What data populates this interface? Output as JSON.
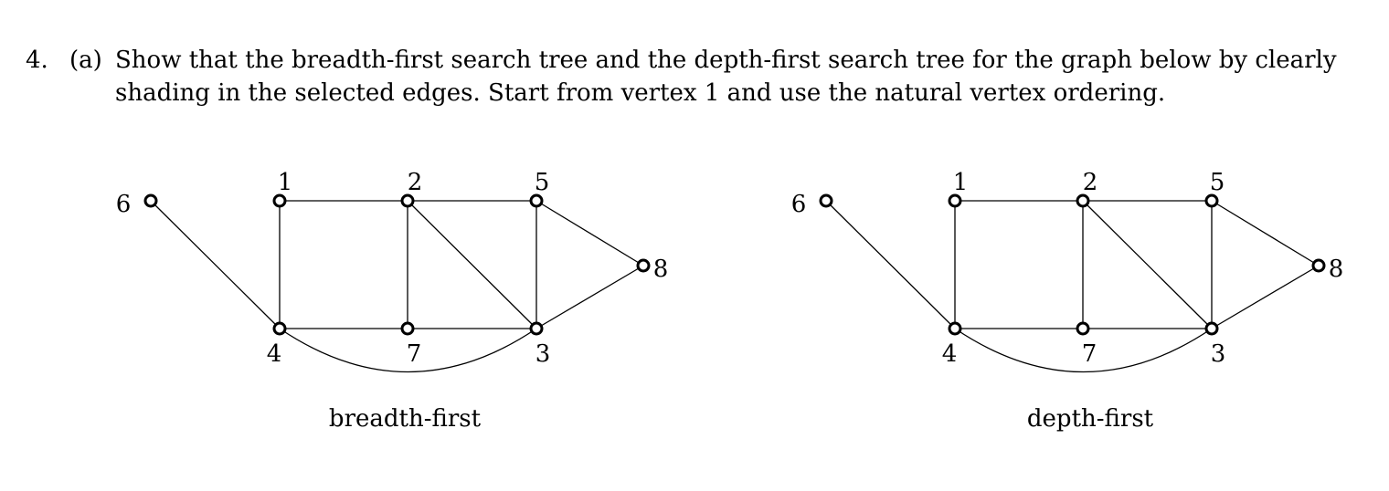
{
  "problem": {
    "number": "4.",
    "part": "(a)",
    "text": "Show that the breadth-first search tree and the depth-first search tree for the graph below by clearly shading in the selected edges. Start from vertex 1 and use the natural vertex ordering."
  },
  "graphs": [
    {
      "caption": "breadth-first"
    },
    {
      "caption": "depth-first"
    }
  ],
  "vertices": [
    "1",
    "2",
    "3",
    "4",
    "5",
    "6",
    "7",
    "8"
  ],
  "edges": [
    [
      "6",
      "4"
    ],
    [
      "1",
      "2"
    ],
    [
      "2",
      "5"
    ],
    [
      "1",
      "4"
    ],
    [
      "2",
      "7"
    ],
    [
      "2",
      "3"
    ],
    [
      "5",
      "3"
    ],
    [
      "5",
      "8"
    ],
    [
      "8",
      "3"
    ],
    [
      "4",
      "7"
    ],
    [
      "7",
      "3"
    ],
    [
      "4",
      "3"
    ]
  ]
}
